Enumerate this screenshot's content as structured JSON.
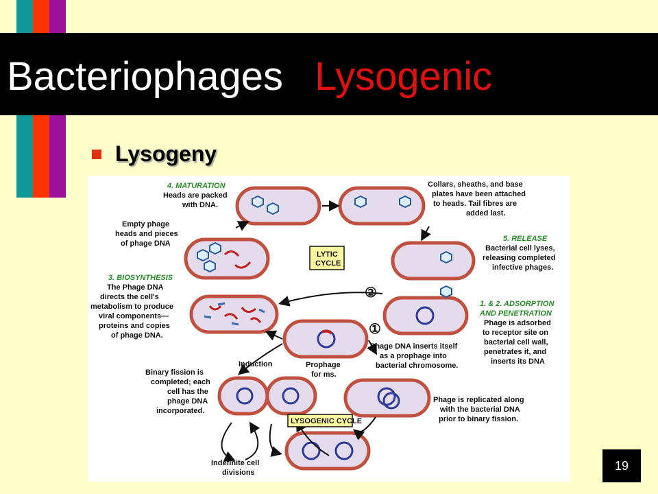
{
  "colors": {
    "teal": "#119999",
    "orange": "#FF3300",
    "purple": "#991199",
    "title_accent": "#E01010",
    "background": "#FFFFCC"
  },
  "title": {
    "main": "Bacteriophages",
    "accent": "Lysogenic"
  },
  "bullet": {
    "text": "Lysogeny"
  },
  "page_number": "19",
  "diagram": {
    "maturation": [
      "4. MATURATION",
      "Heads are packed",
      "with DNA."
    ],
    "collars": [
      "Collars, sheaths, and base",
      "plates have been attached",
      "to heads.  Tail fibres are",
      "added last."
    ],
    "release": [
      "5. RELEASE",
      "Bacterial cell lyses,",
      "releasing completed",
      "infective phages."
    ],
    "empty": [
      "Empty phage",
      "heads and pieces",
      "of phage DNA"
    ],
    "lytic": [
      "LYTIC",
      "CYCLE"
    ],
    "biosynthesis": [
      "3. BIOSYNTHESIS",
      "The Phage DNA",
      "directs the cell's",
      "metabolism to produce",
      "viral components—",
      "proteins and copies",
      "of phage DNA."
    ],
    "adsorption": [
      "1. & 2. ADSORPTION",
      "AND PENETRATION",
      "Phage is adsorbed",
      "to receptor site on",
      "bacterial cell wall,",
      "penetrates it, and",
      "inserts its DNA"
    ],
    "step2": "②",
    "step1": "①",
    "inserts": [
      "Phage DNA inserts itself",
      "as a prophage into",
      "bacterial chromosome."
    ],
    "induction": "Induction",
    "prophage": [
      "Prophage",
      "for ms."
    ],
    "binary": [
      "Binary fission is",
      "completed; each",
      "cell has the",
      "phage DNA",
      "incorporated."
    ],
    "replicated": [
      "Phage is replicated along",
      "with the bacterial DNA",
      "prior to binary fission."
    ],
    "lysogenic": "LYSOGENIC CYCLE",
    "indefinite": [
      "Indefinite cell",
      "divisions"
    ]
  }
}
